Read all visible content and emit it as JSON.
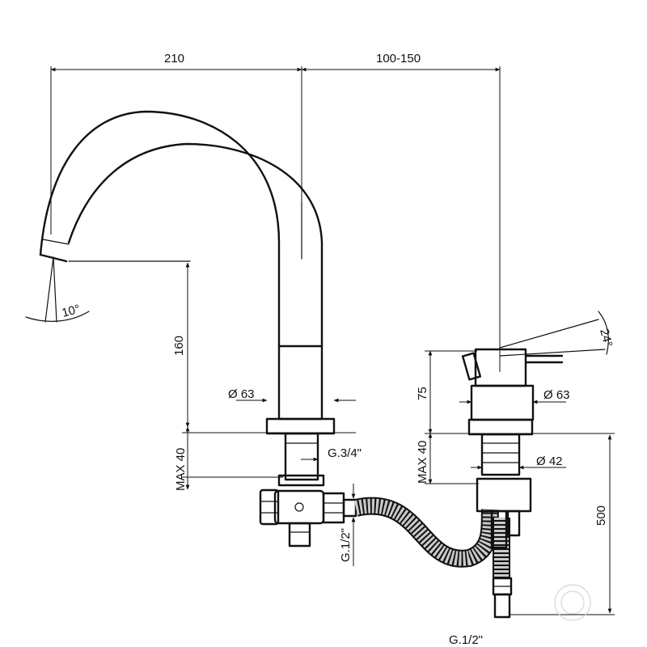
{
  "labels": {
    "width_spout": "210",
    "distance_holes": "100-150",
    "spout_angle": "10°",
    "lever_angle": "24°",
    "height_spout": "160",
    "spout_dia": "Ø 63",
    "max_thickness_left": "MAX 40",
    "thread_left": "G.3/4\"",
    "thread_supply": "G.1/2\"",
    "mixer_height": "75",
    "mixer_dia": "Ø 63",
    "max_thickness_right": "MAX 40",
    "hole_dia": "Ø 42",
    "hose_length": "500",
    "thread_bottom": "G.1/2\""
  },
  "colors": {
    "line": "#111111",
    "hose_fill": "#c9c9c9",
    "background": "#ffffff"
  }
}
